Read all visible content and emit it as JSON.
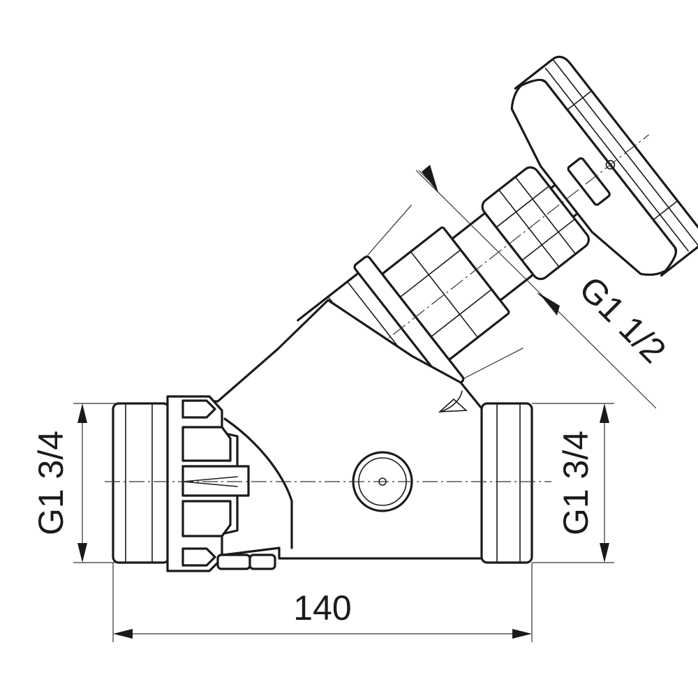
{
  "dimensions": {
    "left_port": "G1 3/4",
    "right_port": "G1 3/4",
    "bonnet_thread": "G1 1/2",
    "overall_length": "140"
  }
}
